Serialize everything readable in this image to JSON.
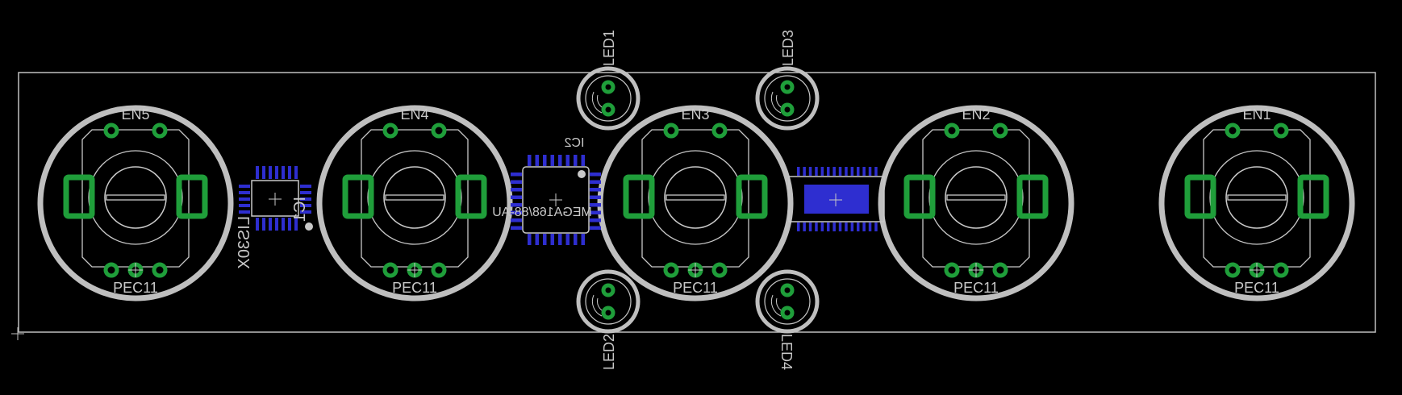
{
  "colors": {
    "background": "#000000",
    "outline": "#bfbfbf",
    "pad_green": "#1f9e3a",
    "pad_green_light": "#2fbf4a",
    "smd_blue": "#2e2ed0",
    "smd_blue_dark": "#2020a0",
    "silk": "#c8c8c8",
    "hole": "#000000"
  },
  "encoders": [
    {
      "name": "EN5",
      "value": "PEC11"
    },
    {
      "name": "EN4",
      "value": "PEC11"
    },
    {
      "name": "EN3",
      "value": "PEC11"
    },
    {
      "name": "EN2",
      "value": "PEC11"
    },
    {
      "name": "EN1",
      "value": "PEC11"
    }
  ],
  "leds": [
    {
      "name": "LED1"
    },
    {
      "name": "LED2"
    },
    {
      "name": "LED3"
    },
    {
      "name": "LED4"
    }
  ],
  "ic1": {
    "name": "IC1",
    "value": "LIS30X"
  },
  "ic2": {
    "name": "IC2",
    "value": "MEGA168/88-AU"
  }
}
